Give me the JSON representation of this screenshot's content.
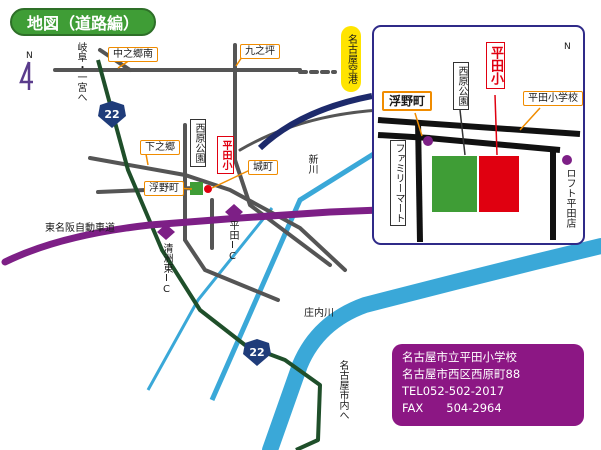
{
  "title": "地図（道路編）",
  "north": "N",
  "north_inset": "N",
  "labels": {
    "gifu_ichinomiya": "岐阜・一宮へ",
    "nakanogo_minami": "中之郷南",
    "kunotsubo": "九之坪",
    "airport": "名古屋空港",
    "shimonogo": "下之郷",
    "ukino_cho": "浮野町",
    "nishihara_park": "西原公園",
    "hirata_school": "平田小",
    "shiro_cho": "城町",
    "shinkawa": "新川",
    "tomei_expressway": "東名阪自動車道",
    "kiyosu_higashi_ic": "清洲東IC",
    "hirata_ic": "平田IC",
    "shonai_river": "庄内川",
    "to_nagoya_city": "名古屋市内へ",
    "route22_north": "22",
    "route22_south": "22"
  },
  "inset": {
    "ukino_cho": "浮野町",
    "nishihara_park": "西原公園",
    "hirata_school": "平田小",
    "hirata_school_full": "平田小学校",
    "family_mart": "ファミリーマート",
    "loft": "ロフト平田店"
  },
  "info": {
    "line1": "名古屋市立平田小学校",
    "line2": "名古屋市西区西原町88",
    "line3": "TEL052-502-2017",
    "line4": "FAX　　504-2964"
  },
  "colors": {
    "title_bg": "#3f9d36",
    "expressway": "#7d1f86",
    "route22": "#1f4f2a",
    "river": "#3aa8d8",
    "road": "#555555",
    "school": "#e00010",
    "park": "#3f9d36",
    "inset_border": "#2f2a88",
    "info_bg": "#8c1784",
    "airport_bg": "#ffe400",
    "label_border": "#f08c00"
  },
  "icons": [
    "north-arrow-icon",
    "route-shield-icon",
    "station-dot-icon"
  ]
}
